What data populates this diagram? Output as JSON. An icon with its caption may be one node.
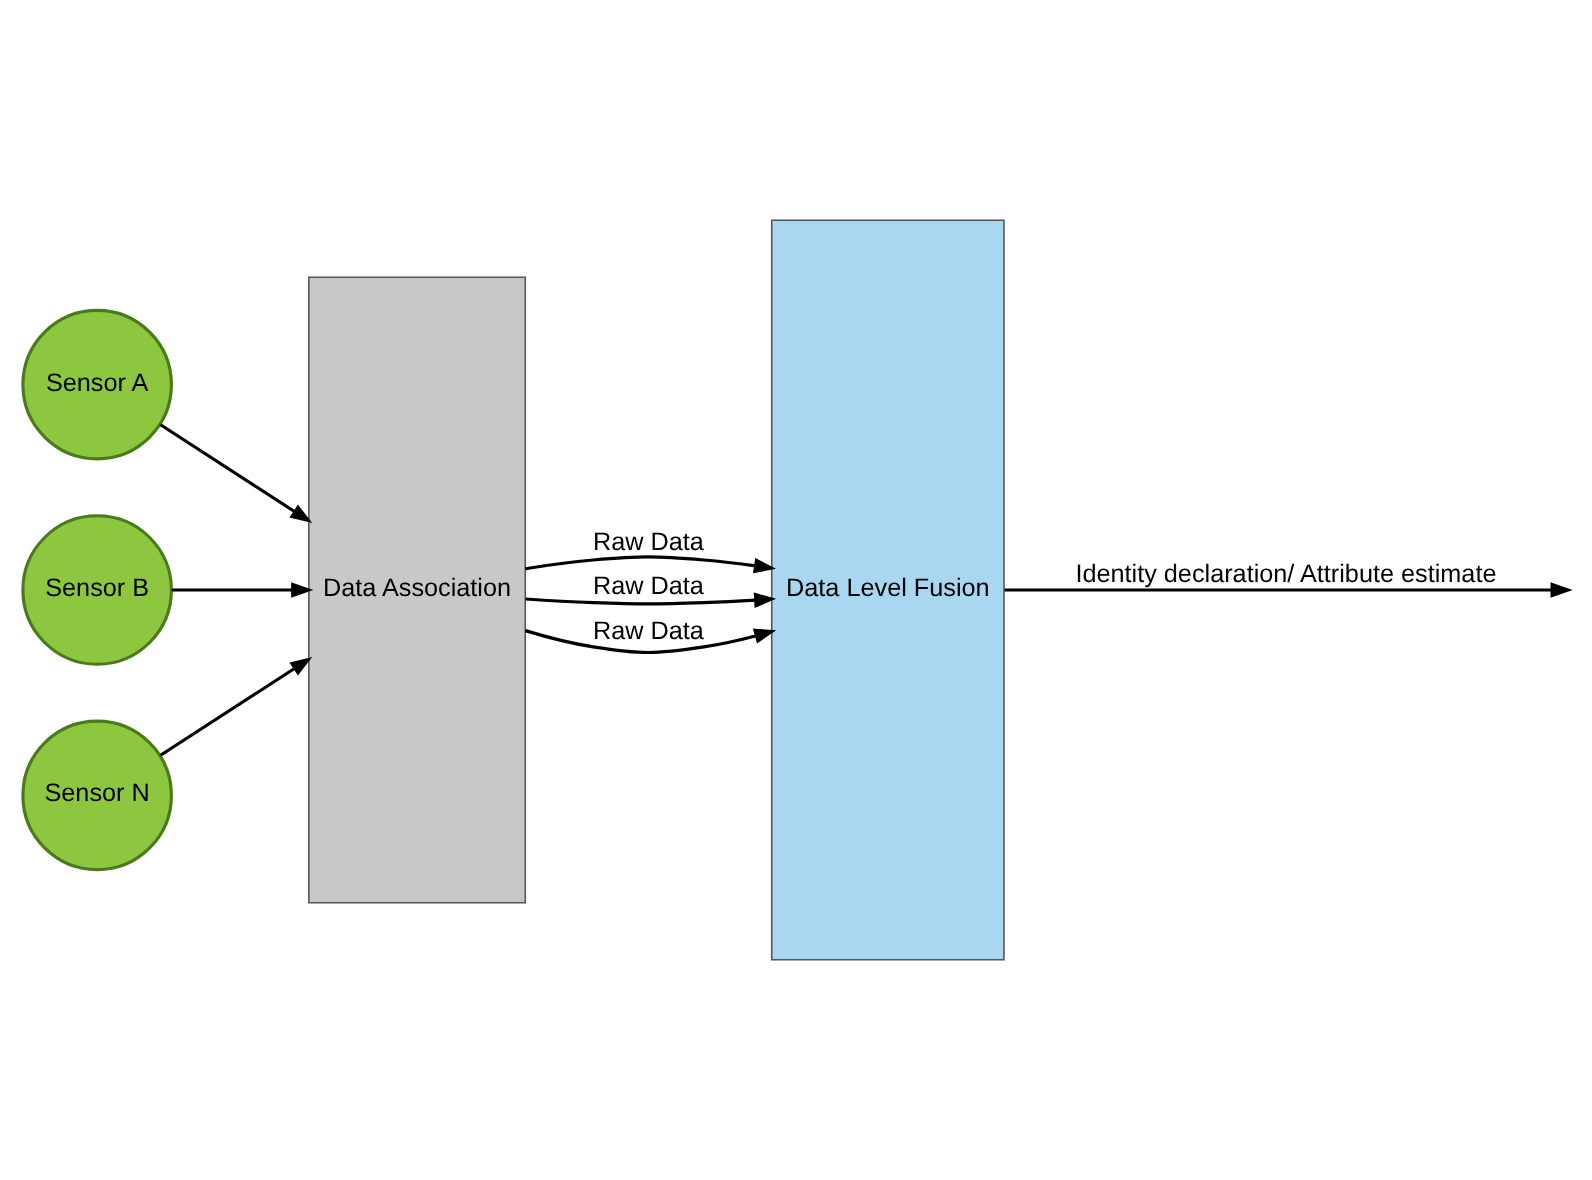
{
  "diagram": {
    "nodes": [
      {
        "text": [
          "Sensor A"
        ]
      },
      {
        "text": [
          "Sensor B"
        ]
      },
      {
        "text": [
          "Sensor N"
        ]
      },
      {
        "text": [
          "Data Association"
        ]
      },
      {
        "text": [
          "Data Level Fusion"
        ]
      }
    ],
    "edges": [
      {
        "from": 0,
        "to": 3,
        "arrow": "to"
      },
      {
        "from": 1,
        "to": 3,
        "arrow": "to"
      },
      {
        "from": 2,
        "to": 3,
        "arrow": "to"
      },
      {
        "from": 3,
        "to": 4,
        "arrow": "to",
        "label": "Raw Data"
      },
      {
        "from": 3,
        "to": 4,
        "arrow": "to",
        "label": "Raw Data"
      },
      {
        "from": 3,
        "to": 4,
        "arrow": "to",
        "label": "Raw Data"
      },
      {
        "from": 4,
        "to": null,
        "arrow": "to",
        "label": "Identity declaration/ Attribute estimate"
      }
    ]
  }
}
